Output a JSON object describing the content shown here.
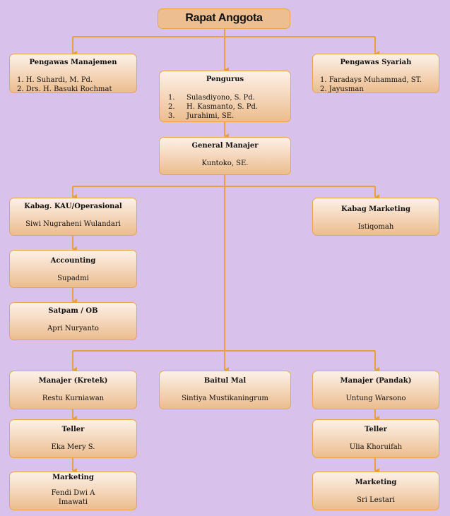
{
  "colors": {
    "background": "#d8c2eb",
    "box_border": "#e9a548",
    "connector": "#e6a040"
  },
  "top": {
    "title": "Rapat Anggota"
  },
  "pengawas_manajemen": {
    "title": "Pengawas Manajemen",
    "members": [
      "1. H. Suhardi, M. Pd.",
      "2. Drs. H. Basuki Rochmat"
    ]
  },
  "pengurus": {
    "title": "Pengurus",
    "members": [
      {
        "num": "1.",
        "name": "Sulasdiyono, S. Pd."
      },
      {
        "num": "2.",
        "name": "H. Kasmanto, S. Pd."
      },
      {
        "num": "3.",
        "name": "Jurahimi, SE."
      }
    ]
  },
  "pengawas_syariah": {
    "title": "Pengawas Syariah",
    "members": [
      "1. Faradays Muhammad, ST.",
      "2. Jayusman"
    ]
  },
  "general_manajer": {
    "title": "General Manajer",
    "name": "Kuntoko, SE."
  },
  "kabag_kau": {
    "title": "Kabag. KAU/Operasional",
    "name": "Siwi Nugraheni Wulandari"
  },
  "kabag_marketing": {
    "title": "Kabag Marketing",
    "name": "Istiqomah"
  },
  "accounting": {
    "title": "Accounting",
    "name": "Supadmi"
  },
  "satpam": {
    "title": "Satpam / OB",
    "name": "Apri Nuryanto"
  },
  "manajer_kretek": {
    "title": "Manajer (Kretek)",
    "name": "Restu Kurniawan"
  },
  "baitul_mal": {
    "title": "Baitul Mal",
    "name": "Sintiya Mustikaningrum"
  },
  "manajer_pandak": {
    "title": "Manajer (Pandak)",
    "name": "Untung Warsono"
  },
  "teller_kretek": {
    "title": "Teller",
    "name": "Eka Mery S."
  },
  "teller_pandak": {
    "title": "Teller",
    "name": "Ulia Khoruifah"
  },
  "marketing_kretek": {
    "title": "Marketing",
    "name_line1": "Fendi Dwi A",
    "name_line2": "Imawati"
  },
  "marketing_pandak": {
    "title": "Marketing",
    "name": "Sri Lestari"
  }
}
